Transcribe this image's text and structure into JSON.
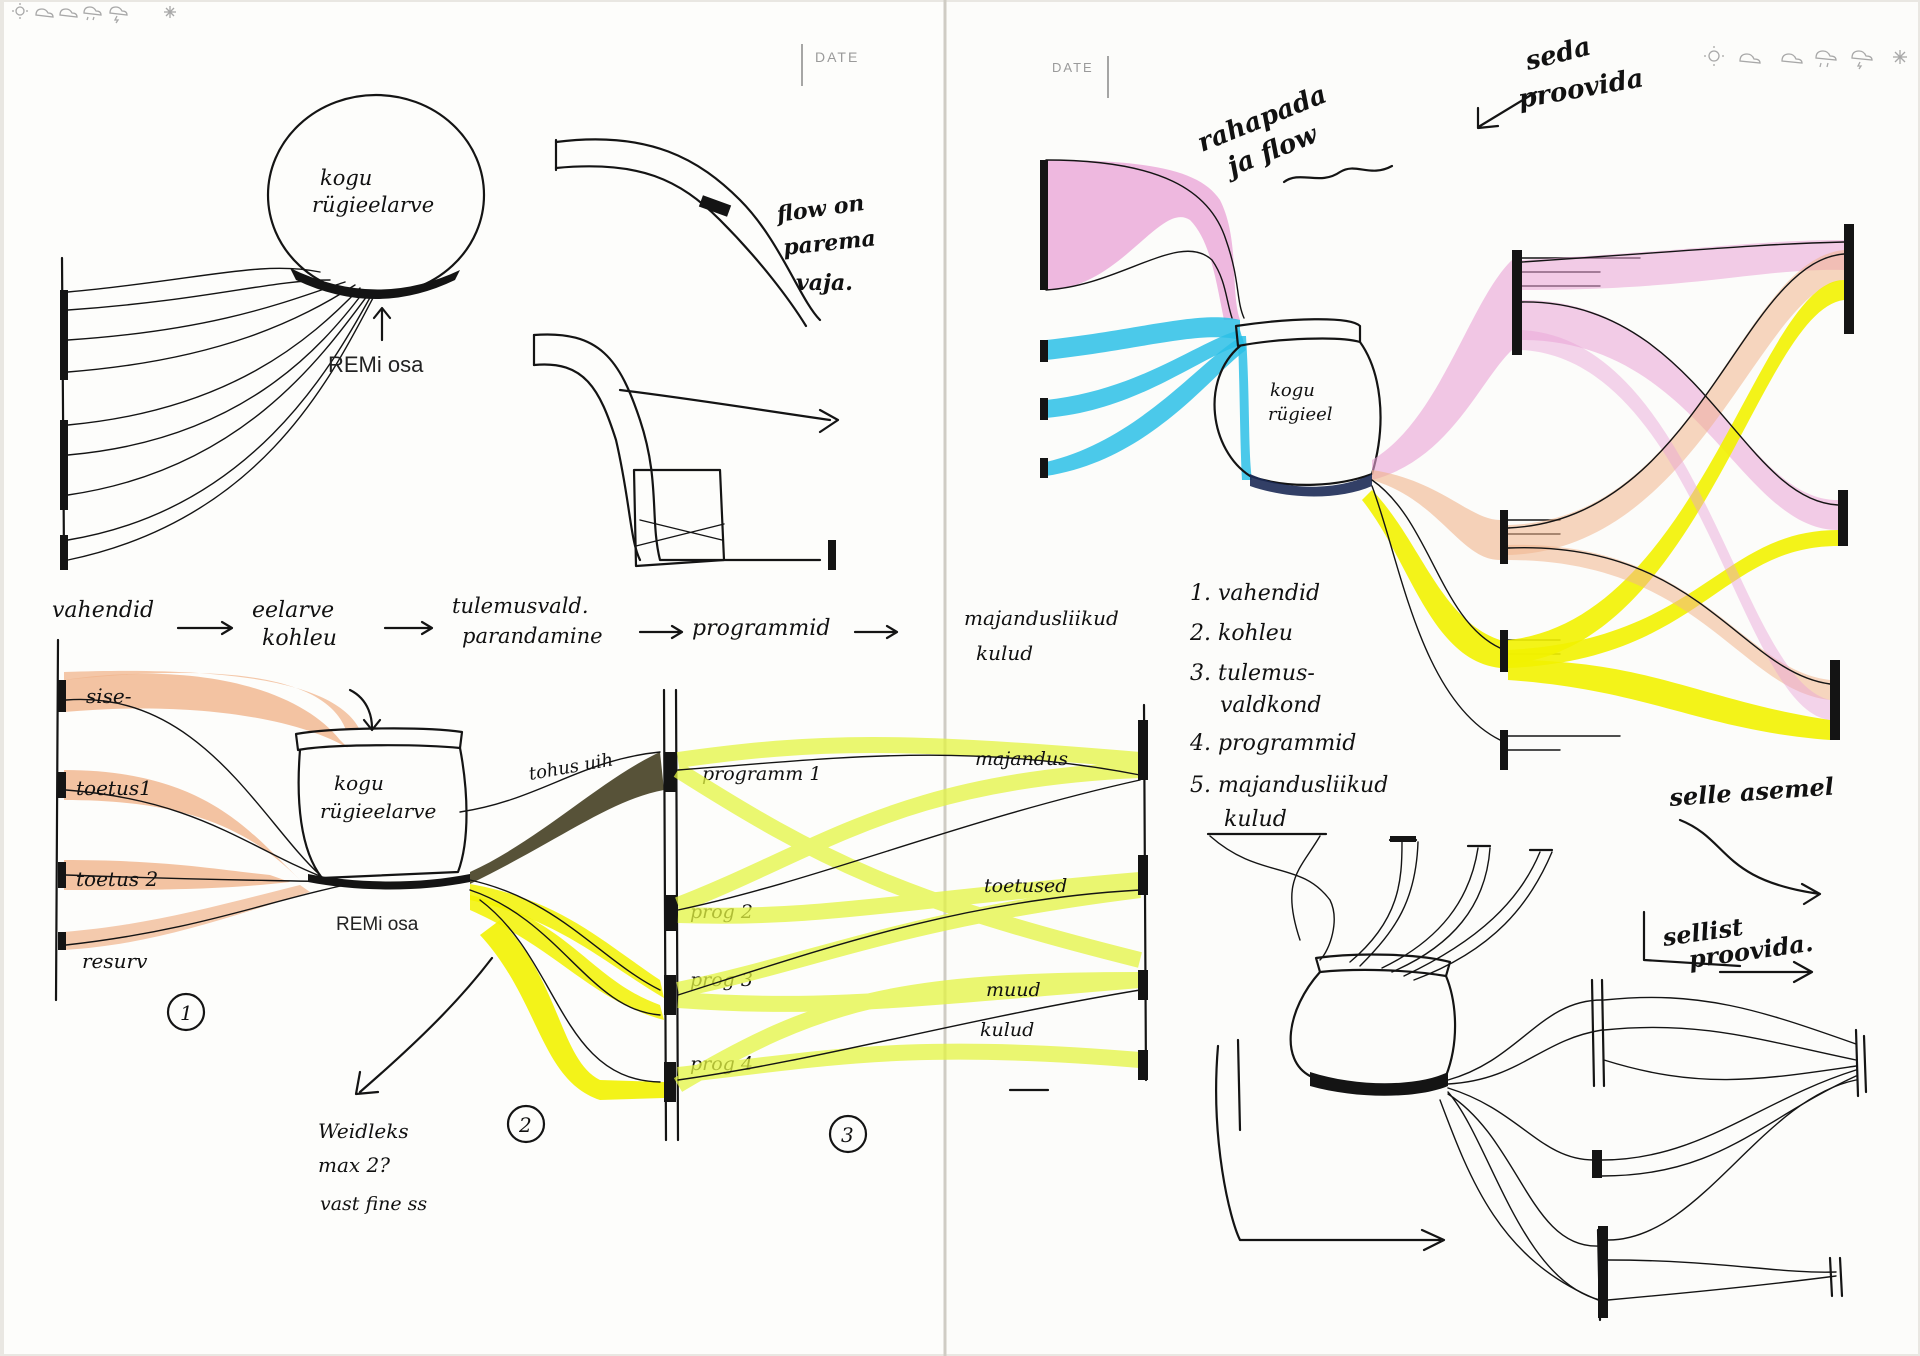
{
  "page_header": {
    "left_date": "DATE",
    "right_date": "DATE"
  },
  "icons": {
    "weather_left": [
      "sun-icon",
      "partly-cloudy-icon",
      "cloud-icon",
      "rain-icon",
      "storm-icon",
      "snow-icon"
    ],
    "weather_right": [
      "sun-icon",
      "partly-cloudy-icon",
      "cloud-icon",
      "rain-icon",
      "storm-icon",
      "snow-icon"
    ]
  },
  "colors": {
    "paper": "#fdfdfb",
    "ink": "#141414",
    "peach": "#f0b48c",
    "yellow": "#f2f200",
    "lime": "#e4f542",
    "pink": "#e9a2d6",
    "cyan": "#2bbfe6",
    "navy": "#1c2a55"
  },
  "left_page": {
    "sketch_a": {
      "circle_label_1": "kogu",
      "circle_label_2": "rügieelarve",
      "remi_label": "REMi osa"
    },
    "sketch_b": {
      "note_1": "flow on",
      "note_2": "parema",
      "note_3": "vaja."
    },
    "process": {
      "step_1": "vahendid",
      "step_2a": "eelarve",
      "step_2b": "kohleu",
      "step_3a": "tulemusvald.",
      "step_3b": "parandamine",
      "step_4": "programmid",
      "step_5a": "majandusliikud",
      "step_5b": "kulud"
    },
    "main_flow": {
      "src_1": "sise-",
      "src_2": "toetus1",
      "src_3": "toetus 2",
      "src_4": "resurv",
      "pot_label_1": "kogu",
      "pot_label_2": "rügieelarve",
      "remi_label": "REMi osa",
      "side_note": "tohus uih",
      "prog_1": "programm 1",
      "prog_2": "prog 2",
      "prog_3": "prog 3",
      "prog_4": "prog 4",
      "cost_1": "majandus",
      "cost_2": "toetused",
      "cost_3a": "muud",
      "cost_3b": "kulud",
      "num_1": "1",
      "num_2": "2",
      "num_3": "3",
      "question_1": "Weidleks",
      "question_2": "max 2?",
      "question_3": "vast fine ss"
    }
  },
  "right_page": {
    "note_top_1": "rahapada",
    "note_top_2": "ja flow",
    "note_top_3": "seda",
    "note_top_4": "proovida",
    "pot_label_1": "kogu",
    "pot_label_2": "rügieel",
    "list_1": "1. vahendid",
    "list_2": "2. kohleu",
    "list_3a": "3. tulemus-",
    "list_3b": "valdkond",
    "list_4": "4. programmid",
    "list_5a": "5. majandusliikud",
    "list_5b": "kulud",
    "note_mid": "selle asemel",
    "note_low_1": "sellist",
    "note_low_2": "proovida."
  }
}
